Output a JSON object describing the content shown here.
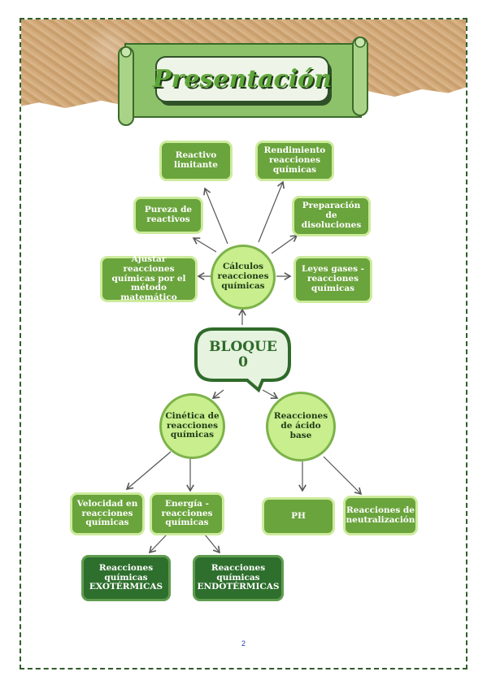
{
  "header": {
    "title": "Presentación"
  },
  "center": {
    "label": "BLOQUE\n0"
  },
  "nodes": {
    "calculos": "Cálculos\nreacciones\nquímicas",
    "reactivo_limitante": "Reactivo\nlimitante",
    "rendimiento": "Rendimiento\nreacciones\nquímicas",
    "pureza": "Pureza de\nreactivos",
    "preparacion": "Preparación de\ndisoluciones",
    "ajustar": "Ajustar reacciones\nquímicas por el\nmétodo matemático",
    "leyes_gases": "Leyes gases -\nreacciones\nquímicas",
    "cinetica": "Cinética de\nreacciones\nquímicas",
    "acido_base": "Reacciones\nde ácido\nbase",
    "velocidad": "Velocidad en\nreacciones\nquímicas",
    "energia": "Energía -\nreacciones\nquímicas",
    "ph": "PH",
    "neutralizacion": "Reacciones de\nneutralización",
    "exotermicas": "Reacciones\nquímicas\nEXOTÉRMICAS",
    "endotermicas": "Reacciones\nquímicas\nENDOTÉRMICAS"
  },
  "footer": {
    "page_number": "2"
  },
  "colors": {
    "node": "#6aa43c",
    "node_border": "#cdeb9c",
    "circle": "#c8ee8d",
    "dark": "#2e6f2d",
    "frame": "#2f5d2a"
  }
}
